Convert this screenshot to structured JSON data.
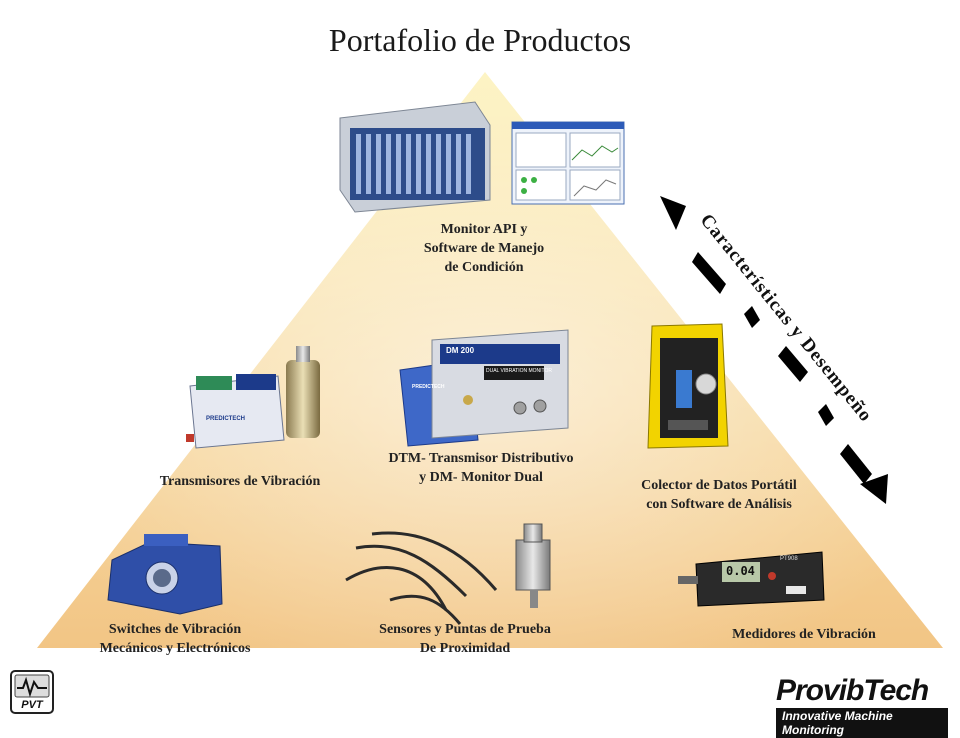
{
  "title": "Portafolio de Productos",
  "diagonal_label": "Características y Desempeño",
  "products": {
    "monitor_api": "Monitor API y\nSoftware de Manejo\nde Condición",
    "transmisores": "Transmisores de Vibración",
    "dtm": "DTM- Transmisor Distributivo\ny DM- Monitor Dual",
    "colector": "Colector de Datos Portátil\ncon Software de Análisis",
    "switches": "Switches de Vibración\nMecánicos y Electrónicos",
    "sensores": "Sensores y Puntas de Prueba\nDe  Proximidad",
    "medidores": "Medidores de Vibración"
  },
  "device_text": {
    "dm200_label": "DM 200",
    "dm200_sub": "DUAL VIBRATION MONITOR",
    "meter_reading": "0.04",
    "meter_model": "PT908",
    "transmitter_brand": "PREDICTECH",
    "dtm_brand": "PREDICTECH"
  },
  "brand": {
    "logo_left": "PVT",
    "name": "ProvibTech",
    "tagline": "Innovative Machine Monitoring"
  },
  "colors": {
    "pyramid_top": "#fdf3c0",
    "pyramid_bottom": "#f3c98a",
    "arrow": "#000000",
    "device_blue": "#1c3a8a"
  }
}
